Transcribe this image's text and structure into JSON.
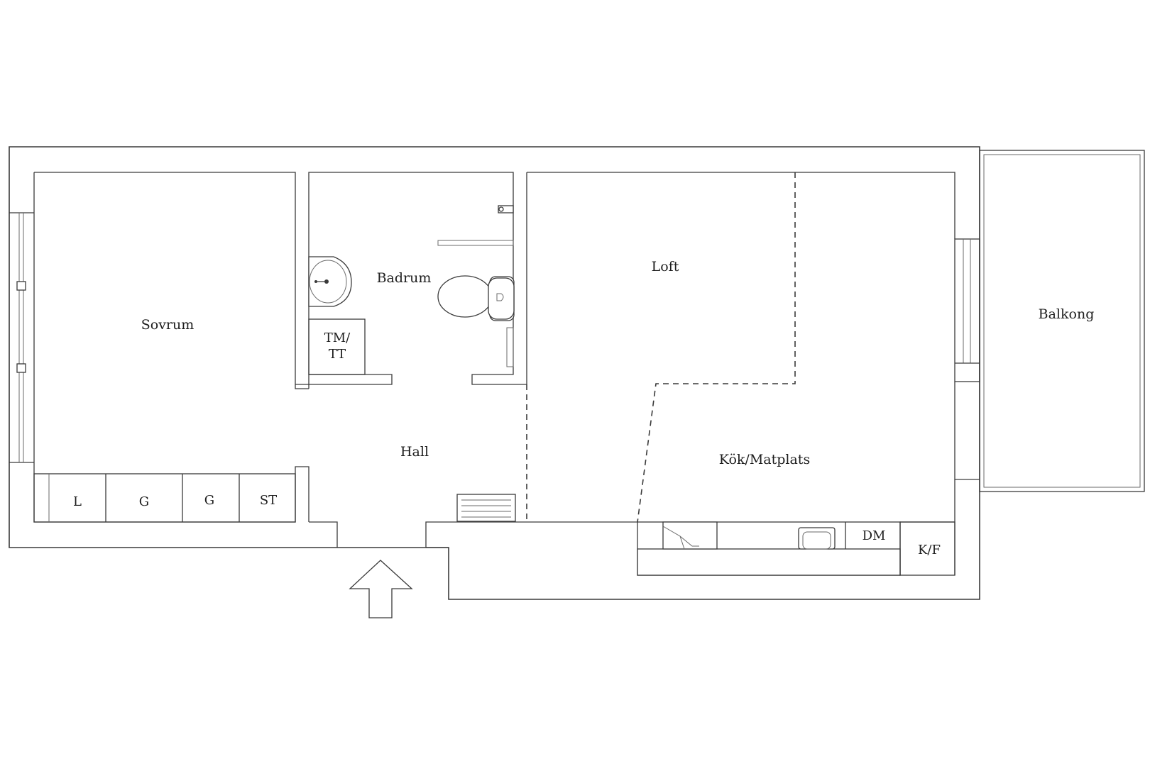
{
  "rooms": {
    "sovrum": "Sovrum",
    "badrum": "Badrum",
    "loft": "Loft",
    "balkong": "Balkong",
    "hall": "Hall",
    "kok": "Kök/Matplats"
  },
  "fixtures": {
    "tm_tt_line1": "TM/",
    "tm_tt_line2": "TT",
    "wardrobe_l": "L",
    "wardrobe_g1": "G",
    "wardrobe_g2": "G",
    "wardrobe_st": "ST",
    "dishwasher": "DM",
    "fridge_freezer": "K/F"
  },
  "colors": {
    "line": "#3a3a3a",
    "background": "#ffffff"
  }
}
